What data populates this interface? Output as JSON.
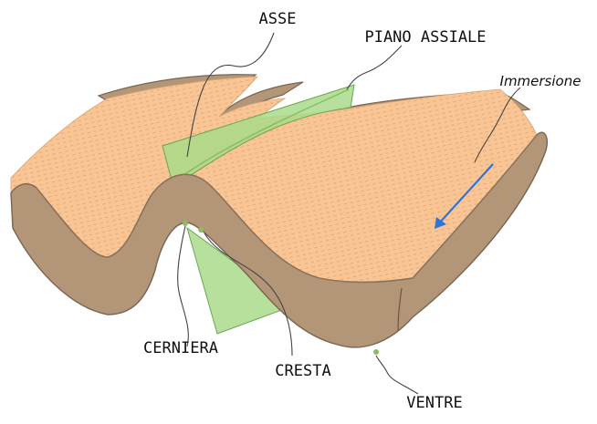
{
  "labels": {
    "axis": "ASSE",
    "axial_plane": "PIANO ASSIALE",
    "plunge": "Immersione",
    "hinge": "CERNIERA",
    "crest": "CRESTA",
    "trough": "VENTRE"
  },
  "colors": {
    "layer_top": "#f9c595",
    "layer_hatch": "#d99a63",
    "layer_side": "#b39577",
    "layer_edge": "#7a6550",
    "axial_plane": "#a9db8a",
    "axial_plane_edge": "#6aa84f",
    "axis_line": "#8cbd62",
    "plunge_arrow": "#2f74d6"
  }
}
